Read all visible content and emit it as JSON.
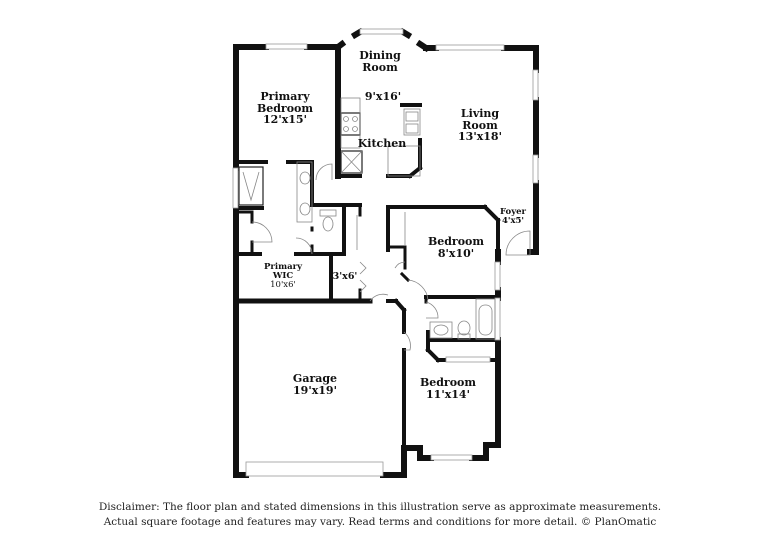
{
  "floorplan": {
    "rooms": [
      {
        "id": "dining",
        "name": "Dining\nRoom",
        "name_l1": "Dining",
        "name_l2": "Room",
        "dims": ""
      },
      {
        "id": "kitchen",
        "name": "Kitchen",
        "dims": "9'x16'"
      },
      {
        "id": "living",
        "name_l1": "Living",
        "name_l2": "Room",
        "dims": "13'x18'"
      },
      {
        "id": "primary-bedroom",
        "name_l1": "Primary",
        "name_l2": "Bedroom",
        "dims": "12'x15'"
      },
      {
        "id": "foyer",
        "name": "Foyer",
        "dims": "4'x5'"
      },
      {
        "id": "bedroom-2",
        "name": "Bedroom",
        "dims": "8'x10'"
      },
      {
        "id": "primary-wic",
        "name_l1": "Primary",
        "name_l2": "WIC",
        "dims": "10'x6'"
      },
      {
        "id": "laundry",
        "name": "",
        "dims": "3'x6'"
      },
      {
        "id": "garage",
        "name": "Garage",
        "dims": "19'x19'"
      },
      {
        "id": "bedroom-3",
        "name": "Bedroom",
        "dims": "11'x14'"
      }
    ]
  },
  "disclaimer": {
    "line1": "Disclaimer: The floor plan and stated dimensions in this illustration serve as approximate measurements.",
    "line2": "Actual square footage and features may vary. Read terms and conditions for more detail. © PlanOmatic"
  }
}
